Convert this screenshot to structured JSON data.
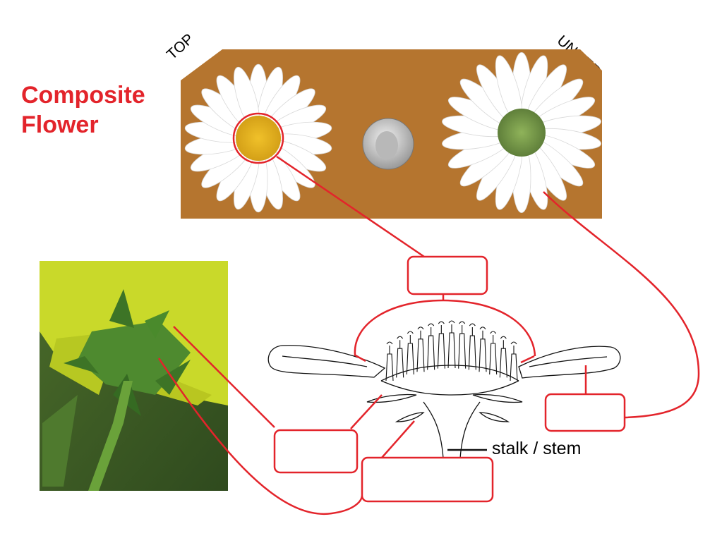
{
  "title": {
    "line1": "Composite",
    "line2": "Flower"
  },
  "photo_labels": {
    "top": "TOP",
    "under": "UNDER"
  },
  "diagram_labels": {
    "stalk": "stalk / stem"
  },
  "blank_label_boxes": [
    "",
    "",
    "",
    ""
  ],
  "colors": {
    "accent": "#e3242b",
    "photo_bg": "#b5752f",
    "petal": "#ffffff",
    "yellow_flower": "#c9d92a"
  }
}
